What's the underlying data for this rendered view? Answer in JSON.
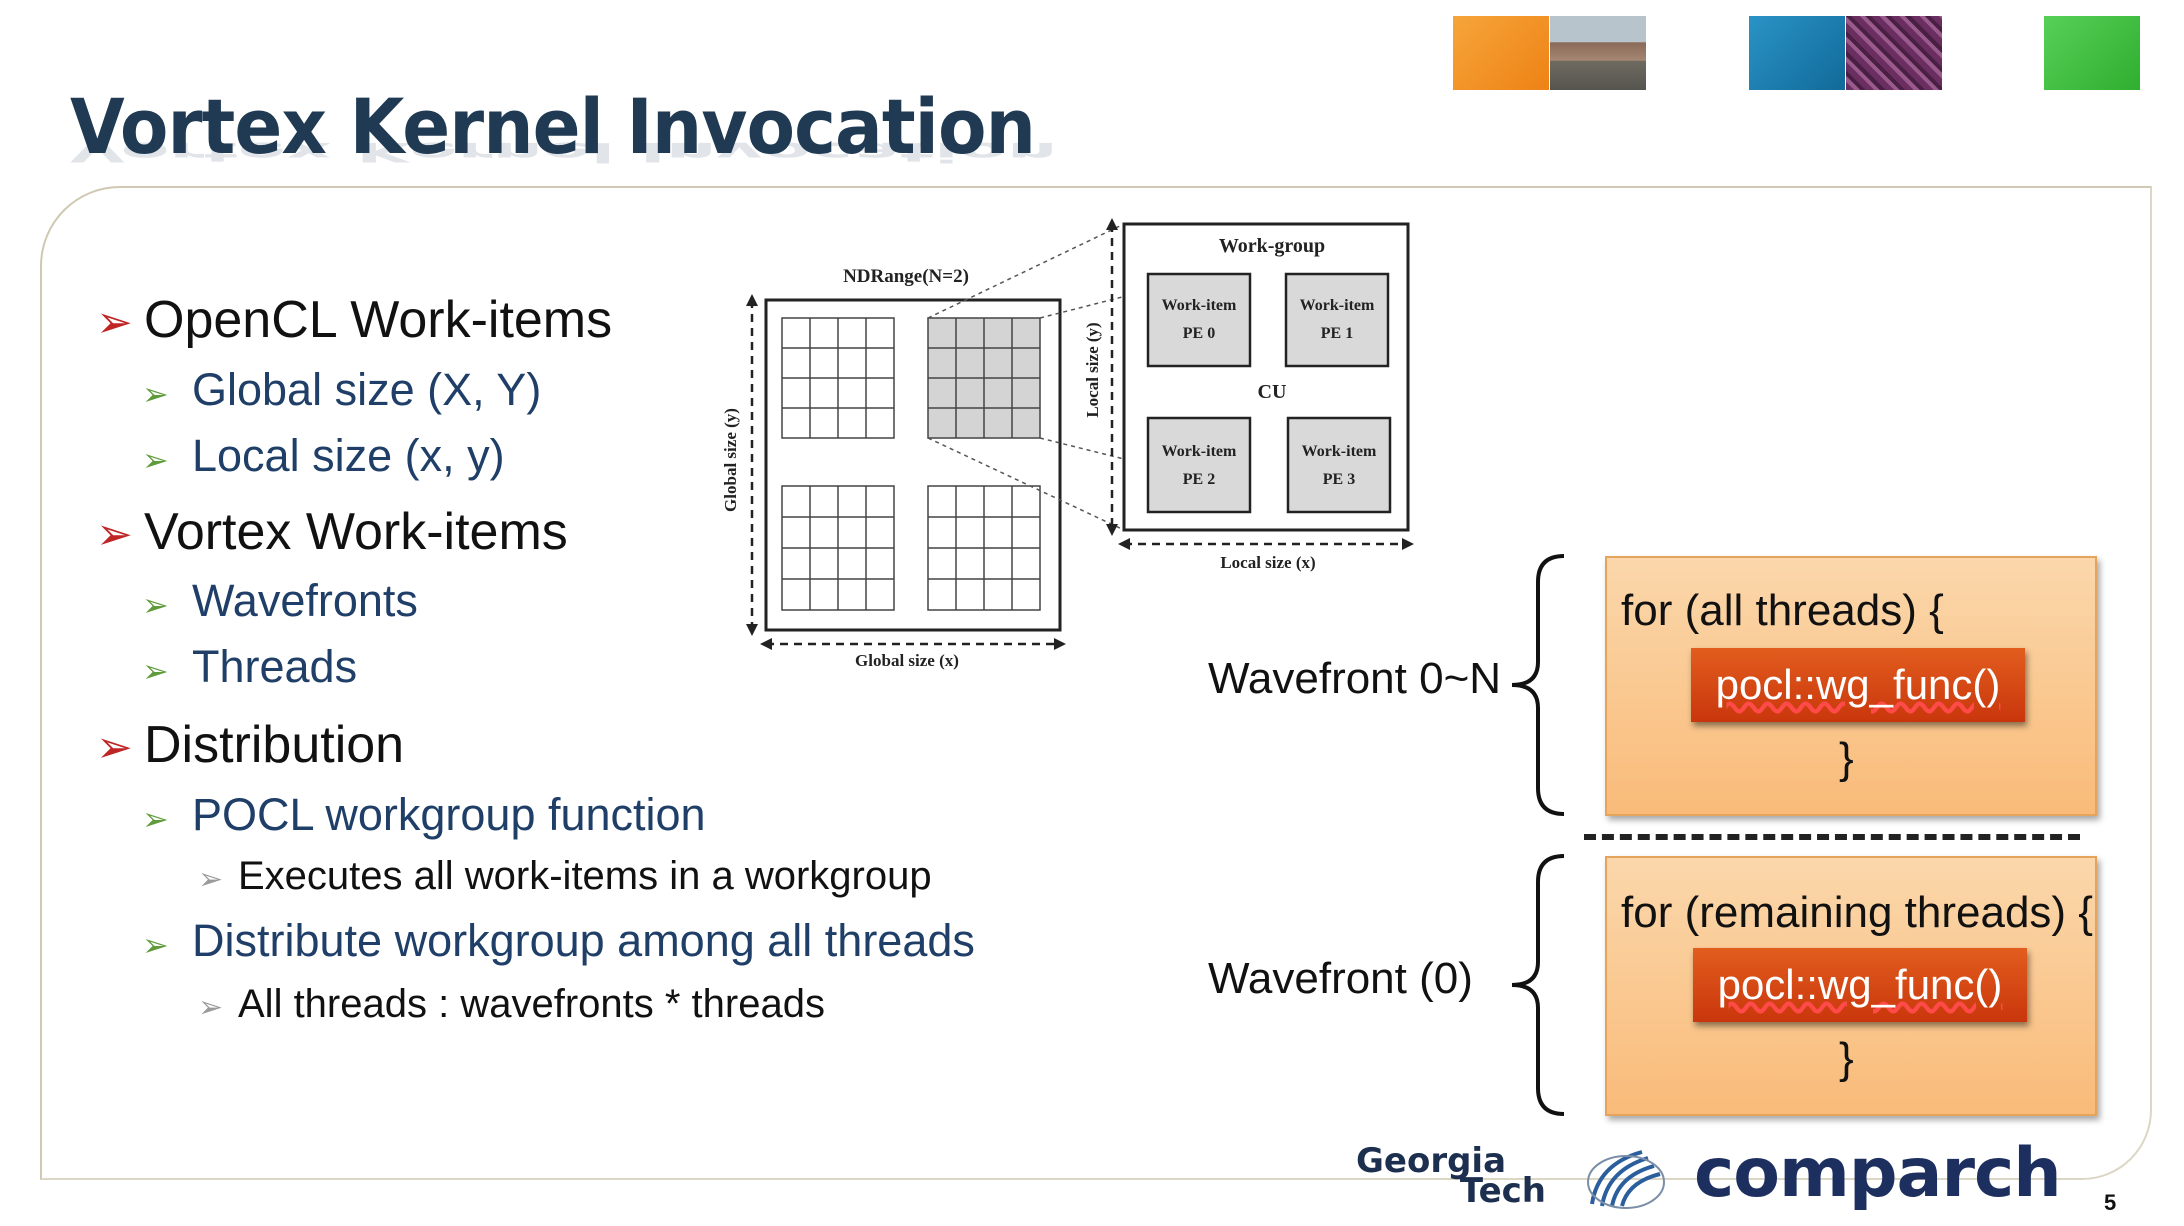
{
  "slide": {
    "title": "Vortex Kernel Invocation",
    "page_number": "5"
  },
  "header_squares": [
    {
      "name": "orange",
      "color": "#f28f1c"
    },
    {
      "name": "building-photo",
      "color": "#8a7d6f"
    },
    {
      "name": "blue",
      "color": "#1e7fb2"
    },
    {
      "name": "chip-photo",
      "color": "#7b3a6e"
    },
    {
      "name": "green",
      "color": "#3fbf3f"
    }
  ],
  "bullets": [
    {
      "level": 1,
      "text": "OpenCL Work-items"
    },
    {
      "level": 2,
      "text": "Global size (X, Y)"
    },
    {
      "level": 2,
      "text": "Local size (x, y)"
    },
    {
      "level": 1,
      "text": "Vortex Work-items"
    },
    {
      "level": 2,
      "text": "Wavefronts"
    },
    {
      "level": 2,
      "text": "Threads"
    },
    {
      "level": 1,
      "text": "Distribution"
    },
    {
      "level": 2,
      "text": "POCL workgroup function"
    },
    {
      "level": 3,
      "text": "Executes all work-items in a workgroup"
    },
    {
      "level": 2,
      "text": "Distribute workgroup among all threads"
    },
    {
      "level": 3,
      "text": "All threads : wavefronts * threads"
    }
  ],
  "diagram": {
    "ndrange_label": "NDRange(N=2)",
    "global_size_y": "Global size (y)",
    "global_size_x": "Global size (x)",
    "workgroup_label": "Work-group",
    "local_size_y": "Local size (y)",
    "local_size_x": "Local size (x)",
    "cu_label": "CU",
    "work_item_label": "Work-item",
    "pes": [
      "PE 0",
      "PE 1",
      "PE 2",
      "PE 3"
    ]
  },
  "code": {
    "block1": {
      "wavefront_label": "Wavefront 0~N",
      "loop_header": "for (all threads) {",
      "call": "pocl::wg_func()",
      "close": "}"
    },
    "block2": {
      "wavefront_label": "Wavefront (0)",
      "loop_header": "for (remaining threads) {",
      "call": "pocl::wg_func()",
      "close": "}"
    }
  },
  "footer": {
    "logo_georgia": "Georgia",
    "logo_tech": "Tech",
    "logo_comparch": "comparch"
  }
}
